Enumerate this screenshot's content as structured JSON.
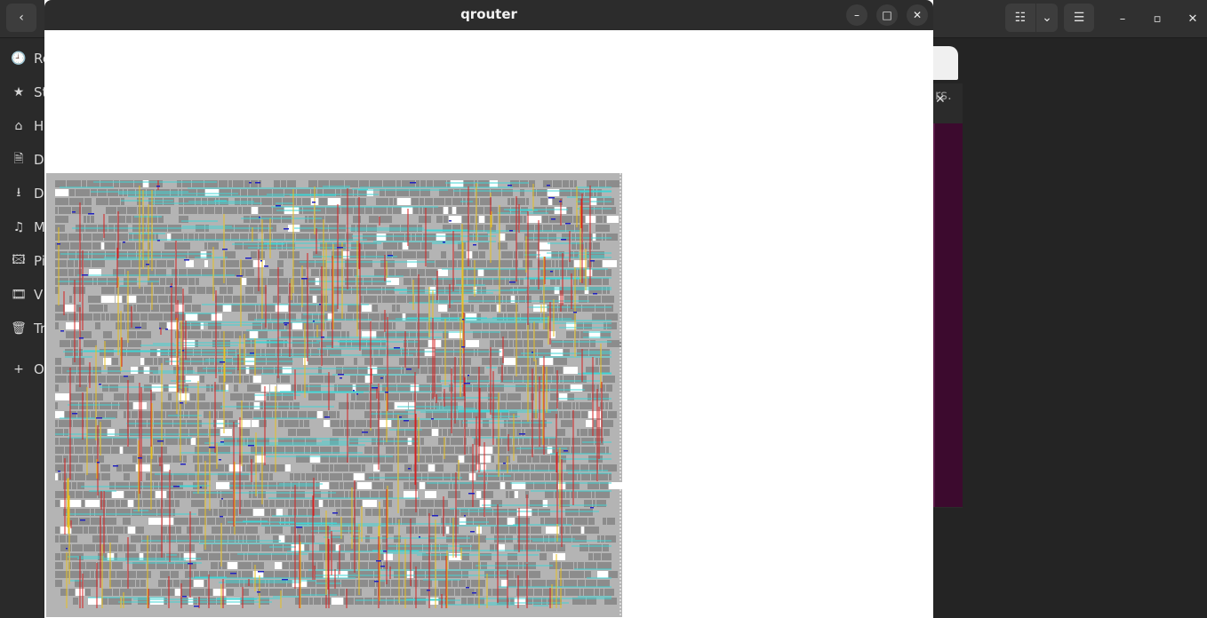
{
  "file_manager": {
    "header": {
      "back_icon": "‹",
      "view_list_icon": "☷",
      "view_options_icon": "⌄",
      "menu_icon": "☰",
      "minimize_icon": "–",
      "restore_icon": "▫",
      "close_icon": "✕"
    },
    "sidebar": {
      "items": [
        {
          "icon": "🕘",
          "label": "Re"
        },
        {
          "icon": "★",
          "label": "St"
        },
        {
          "icon": "⌂",
          "label": "H"
        },
        {
          "icon": "🗎",
          "label": "D"
        },
        {
          "icon": "⭳",
          "label": "D"
        },
        {
          "icon": "♫",
          "label": "M"
        },
        {
          "icon": "🖾",
          "label": "Pi"
        },
        {
          "icon": "🎞",
          "label": "V"
        },
        {
          "icon": "🗑",
          "label": "Tr"
        },
        {
          "icon": "+",
          "label": "O"
        }
      ]
    },
    "background_text": "rs.",
    "terminal_close_icon": "✕"
  },
  "qrouter": {
    "title": "qrouter",
    "controls": {
      "minimize": "–",
      "maximize": "□",
      "close": "✕"
    },
    "colors": {
      "background": "#b4b4b4",
      "cells": "#8c8c8c",
      "obstruction": "#ffffff",
      "metal_horizontal": "#3fd4d4",
      "metal_vertical_red": "#d42020",
      "metal_vertical_yellow": "#e8c020",
      "via": "#2020c0"
    }
  }
}
